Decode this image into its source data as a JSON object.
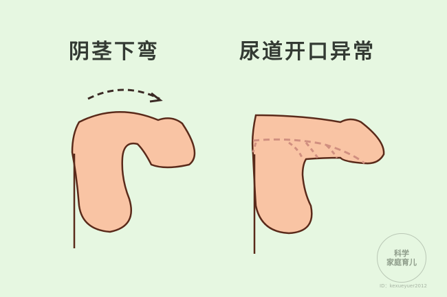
{
  "labels": {
    "left": "阴茎下弯",
    "right": "尿道开口异常"
  },
  "watermark": {
    "line1": "科学",
    "line2": "家庭育儿",
    "id": "ID：kexueyuer2012"
  },
  "colors": {
    "background": "#e6f7e1",
    "fill": "#f9c4a4",
    "outline": "#5a2a1a",
    "dashed_arrow": "#3b2a25",
    "dashed_path": "#d08f80",
    "title_text": "#333a33"
  }
}
